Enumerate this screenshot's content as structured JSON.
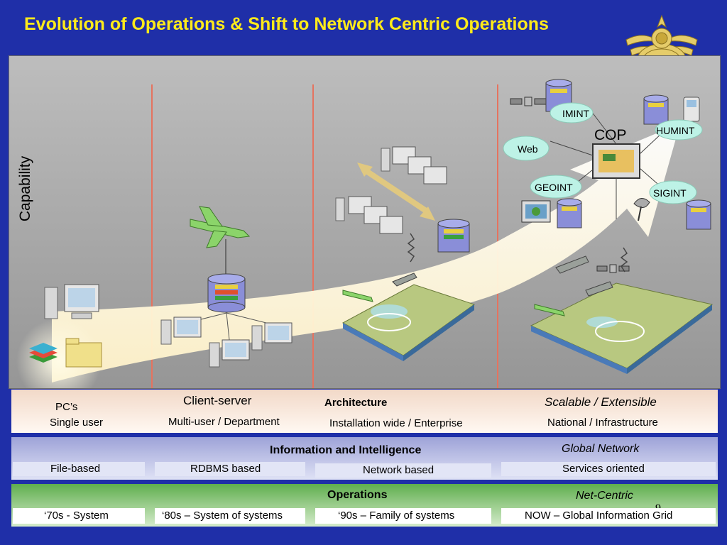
{
  "slide": {
    "title": "Evolution of Operations & Shift  to Network Centric Operations",
    "page_number": "9"
  },
  "diagram": {
    "y_axis_label": "Capability",
    "nodes": {
      "imint": "IMINT",
      "humint": "HUMINT",
      "web": "Web",
      "cop": "COP",
      "geoint": "GEOINT",
      "sigint": "SIGINT"
    }
  },
  "architecture": {
    "header": "Architecture",
    "stages": [
      {
        "name": "PC’s",
        "scope": "Single user"
      },
      {
        "name": "Client-server",
        "scope": "Multi-user / Department"
      },
      {
        "name": "",
        "scope": "Installation wide / Enterprise"
      },
      {
        "name": "Scalable / Extensible",
        "scope": "National / Infrastructure"
      }
    ]
  },
  "information": {
    "header": "Information and Intelligence",
    "right_label": "Global Network",
    "stages": [
      "File-based",
      "RDBMS based",
      "Network based",
      "Services oriented"
    ]
  },
  "operations": {
    "header": "Operations",
    "right_label": "Net-Centric",
    "stages": [
      "‘70s - System",
      "‘80s – System of systems",
      "‘90s – Family of systems",
      "NOW – Global Information Grid"
    ]
  },
  "colors": {
    "background": "#1f2fa8",
    "title": "#ffeb1a",
    "arrow": "#fff6d8",
    "divider": "#e5735f"
  }
}
